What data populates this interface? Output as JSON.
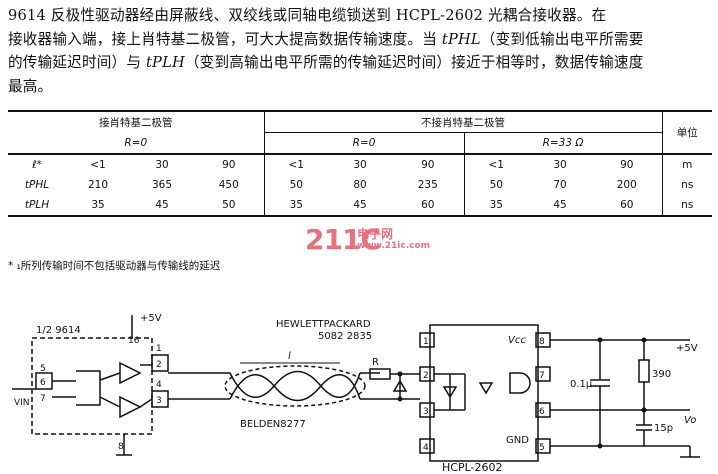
{
  "paragraph": {
    "line1": "9614 反极性驱动器经由屏蔽线、双绞线或同轴电缆锁送到 HCPL-2602 光耦合接收器。在",
    "line2_a": "接收器输入端，接上肖特基二极管，可大大提高数据传输速度。当 ",
    "line2_sym": "tPHL",
    "line2_b": "（变到低输出电平所需要",
    "line3_a": "的传输延迟时间）与 ",
    "line3_sym": "tPLH",
    "line3_b": "（变到高输出电平所需的传输延迟时间）接近于相等时，数据传输速度",
    "line4": "最高。"
  },
  "table": {
    "group_a": "接肖特基二极管",
    "group_b": "不接肖特基二极管",
    "unit_header": "单位",
    "cond_a": "R=0",
    "cond_b1": "R=0",
    "cond_b2": "R=33 Ω",
    "rows": [
      {
        "label": "ℓ*",
        "cells": [
          "<1",
          "30",
          "90",
          "<1",
          "30",
          "90",
          "<1",
          "30",
          "90"
        ],
        "unit": "m"
      },
      {
        "label": "tPHL",
        "cells": [
          "210",
          "365",
          "450",
          "50",
          "80",
          "235",
          "50",
          "70",
          "200"
        ],
        "unit": "ns"
      },
      {
        "label": "tPLH",
        "cells": [
          "35",
          "45",
          "50",
          "35",
          "45",
          "60",
          "35",
          "45",
          "60"
        ],
        "unit": "ns"
      }
    ]
  },
  "footnote": "* ₁所列传输时间不包括驱动器与传输线的延迟",
  "watermark": {
    "big": "211C",
    "small": "电子网",
    "url": "www.21ic.com"
  },
  "circuit": {
    "ic_label": "1/2 9614",
    "supply_label": "+5V",
    "pin_16": "16",
    "pin_8": "8",
    "pins_left": [
      "5",
      "6",
      "7"
    ],
    "pins_right": [
      "1",
      "2",
      "4",
      "3"
    ],
    "vin_label": "VIN",
    "cable_length": "l",
    "cable_name": "BELDEN8277",
    "hp_line1": "HEWLETTPACKARD",
    "hp_line2": "5082 2835",
    "resistor_r": "R",
    "opto_pins_left": [
      "1",
      "2",
      "3",
      "4"
    ],
    "opto_pins_right": [
      "8",
      "7",
      "6",
      "5"
    ],
    "vcc_label": "Vcc",
    "gnd_label": "GND",
    "part_number": "HCPL-2602",
    "cap_label": "0.1μ",
    "res_label": "390",
    "cap2_label": "15p",
    "v5_label": "+5V",
    "vo_label": "Vo"
  }
}
